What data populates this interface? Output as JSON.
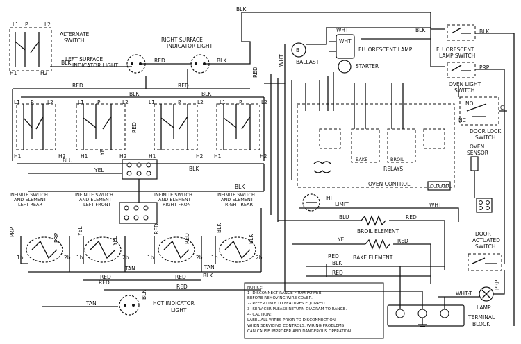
{
  "components": {
    "alternate_switch": [
      "ALTERNATE",
      "SWITCH"
    ],
    "left_surface_light": [
      "LEFT SURFACE",
      "INDICATOR LIGHT"
    ],
    "right_surface_light": [
      "RIGHT SURFACE",
      "INDICATOR LIGHT"
    ],
    "fluorescent_lamp": "FLUORESCENT LAMP",
    "ballast": "BALLAST",
    "starter": "STARTER",
    "fluorescent_switch": [
      "FLUORESCENT",
      "LAMP SWITCH"
    ],
    "oven_light_switch": [
      "OVEN LIGHT",
      "SWITCH"
    ],
    "door_lock_switch": [
      "DOOR LOCK",
      "SWITCH"
    ],
    "oven_sensor": [
      "OVEN",
      "SENSOR"
    ],
    "relays": "RELAYS",
    "oven_control": "OVEN CONTROL",
    "hi_limit": [
      "HI",
      "LIMIT"
    ],
    "broil_element": "BROIL ELEMENT",
    "bake_element": "BAKE ELEMENT",
    "bake_relay": "BAKE",
    "broil_relay": "BROIL",
    "door_switch": [
      "DOOR",
      "ACTUATED",
      "SWITCH"
    ],
    "lamp": "LAMP",
    "terminal_block": [
      "TERMINAL",
      "BLOCK"
    ],
    "hot_indicator": [
      "HOT INDICATOR",
      "LIGHT"
    ],
    "switch_left_rear": [
      "INFINITE SWITCH",
      "AND ELEMENT",
      "LEFT REAR"
    ],
    "switch_left_front": [
      "INFINITE SWITCH",
      "AND ELEMENT",
      "LEFT FRONT"
    ],
    "switch_right_front": [
      "INFINITE SWITCH",
      "AND ELEMENT",
      "RIGHT FRONT"
    ],
    "switch_right_rear": [
      "INFINITE SWITCH",
      "AND ELEMENT",
      "RIGHT REAR"
    ]
  },
  "wire_colors": {
    "blk": "BLK",
    "red": "RED",
    "wht": "WHT",
    "blu": "BLU",
    "yel": "YEL",
    "tan": "TAN",
    "prp": "PRP",
    "wht_t": "WHT-T"
  },
  "terminals": {
    "l1": "L1",
    "l2": "L2",
    "h1": "H1",
    "h2": "H2",
    "p": "P",
    "b1": "1b",
    "b2": "2b",
    "c": "C",
    "no": "NO",
    "nc": "NC"
  },
  "notice": [
    "NOTICE:",
    "1- DISCONNECT RANGE FROM POWER",
    "   BEFORE REMOVING WIRE COVER.",
    "2- REFER ONLY TO FEATURES EQUIPPED.",
    "3- SERVICER PLEASE RETURN DIAGRAM TO RANGE.",
    "4- CAUTION:",
    "   LABEL ALL WIRES PRIOR TO DISCONNECTION",
    "   WHEN SERVICING CONTROLS. WIRING PROBLEMS",
    "   CAN CAUSE IMPROPER AND DANGEROUS OPERATION."
  ]
}
